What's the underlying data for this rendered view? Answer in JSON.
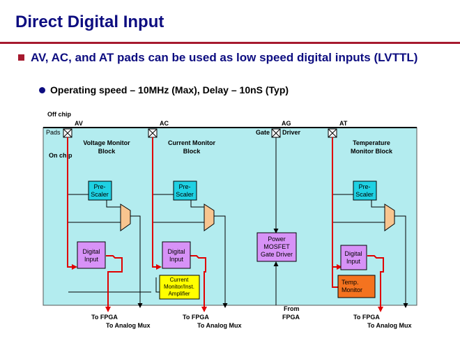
{
  "title": "Direct Digital Input",
  "bullets": {
    "main": "AV, AC, and AT pads can be used as low speed digital inputs (LVTTL)",
    "sub": "Operating speed – 10MHz (Max), Delay – 10nS (Typ)"
  },
  "diagram": {
    "off_chip": "Off chip",
    "on_chip": "On chip",
    "pads": "Pads",
    "pad_names": {
      "av": "AV",
      "ac": "AC",
      "ag": "AG",
      "at": "AT"
    },
    "gate": "Gate",
    "driver": "Driver",
    "voltage_block": [
      "Voltage Monitor",
      "Block"
    ],
    "current_block": [
      "Current Monitor",
      "Block"
    ],
    "temp_block": [
      "Temperature",
      "Monitor Block"
    ],
    "prescaler": [
      "Pre-",
      "Scaler"
    ],
    "digital_input": [
      "Digital",
      "Input"
    ],
    "power_mosfet": [
      "Power",
      "MOSFET",
      "Gate Driver"
    ],
    "current_amp": [
      "Current",
      "Monitor/Inst.",
      "Amplifier"
    ],
    "temp_monitor": [
      "Temp.",
      "Monitor"
    ],
    "to_fpga": "To FPGA",
    "to_analog_mux": "To Analog Mux",
    "from_fpga": [
      "From",
      "FPGA"
    ]
  },
  "colors": {
    "title": "#0d0d80",
    "accent": "#a6192e",
    "panel": "#b3ecef",
    "prescaler": "#1fd1e3",
    "digital_input": "#d792f7",
    "mux": "#f8c58f",
    "current_amp": "#ffff00",
    "temp_monitor": "#f4731f",
    "signal": "#e00000"
  }
}
